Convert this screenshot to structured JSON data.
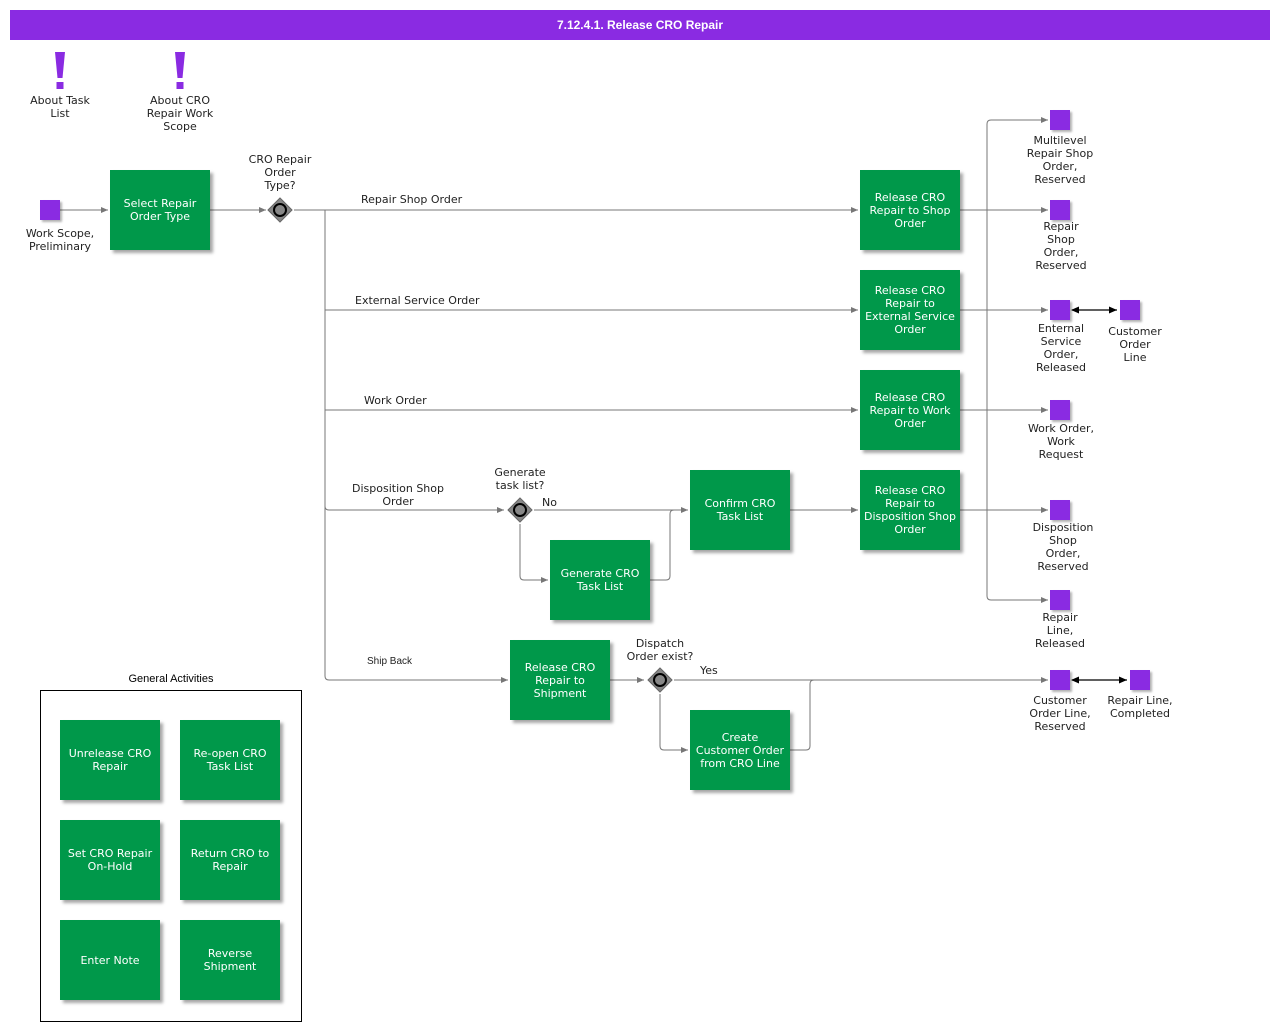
{
  "header": {
    "title": "7.12.4.1. Release CRO Repair"
  },
  "notes": [
    {
      "id": "about_task_list",
      "label": "About Task\nList"
    },
    {
      "id": "about_work_scope",
      "label": "About CRO\nRepair Work\nScope"
    }
  ],
  "events": {
    "work_scope": "Work Scope,\nPreliminary",
    "multilevel": "Multilevel\nRepair Shop\nOrder,\nReserved",
    "repair_shop": "Repair\nShop\nOrder,\nReserved",
    "external_service": "Enternal\nService\nOrder,\nReleased",
    "customer_order_line": "Customer\nOrder\nLine",
    "work_order": "Work Order,\nWork\nRequest",
    "disposition_shop": "Disposition\nShop\nOrder,\nReserved",
    "repair_line_released": "Repair\nLine,\nReleased",
    "customer_order_line_reserved": "Customer\nOrder Line,\nReserved",
    "repair_line_completed": "Repair Line,\nCompleted"
  },
  "tasks": {
    "select_type": "Select Repair\nOrder Type",
    "release_shop": "Release CRO\nRepair to Shop\nOrder",
    "release_external": "Release CRO\nRepair to\nExternal Service\nOrder",
    "release_work": "Release CRO\nRepair to Work\nOrder",
    "release_disposition": "Release CRO\nRepair to\nDisposition Shop\nOrder",
    "confirm_task_list": "Confirm CRO\nTask List",
    "generate_task_list": "Generate CRO\nTask List",
    "release_shipment": "Release CRO\nRepair to\nShipment",
    "create_customer_order": "Create\nCustomer Order\nfrom CRO Line"
  },
  "gateways": {
    "order_type": "CRO Repair\nOrder\nType?",
    "generate_task": "Generate\ntask list?",
    "dispatch": "Dispatch\nOrder exist?"
  },
  "edges": {
    "repair_shop_order": "Repair Shop Order",
    "external_service_order": "External Service Order",
    "work_order": "Work Order",
    "disposition_shop_order": "Disposition Shop\nOrder",
    "ship_back": "Ship Back",
    "no": "No",
    "yes": "Yes"
  },
  "general_activities": {
    "title": "General Activities",
    "items": {
      "unrelease": "Unrelease CRO\nRepair",
      "reopen": "Re-open CRO\nTask List",
      "set_onhold": "Set CRO Repair\nOn-Hold",
      "return": "Return CRO to\nRepair",
      "enter_note": "Enter Note",
      "reverse": "Reverse\nShipment"
    }
  },
  "colors": {
    "header": "#8a2be2",
    "task": "#00984a",
    "event": "#8a2be2",
    "gateway": "#888888",
    "line": "#777777"
  }
}
